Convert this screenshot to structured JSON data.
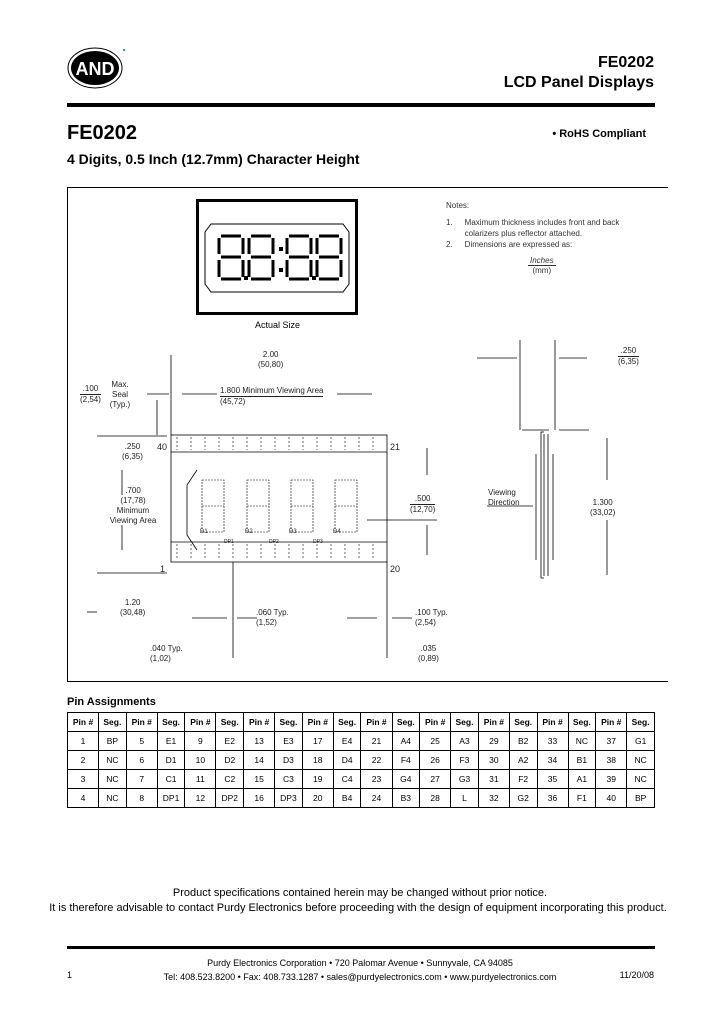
{
  "header": {
    "logo_text": "AND",
    "model": "FE0202",
    "product_line": "LCD Panel Displays"
  },
  "product": {
    "title": "FE0202",
    "subtitle": "4 Digits, 0.5 Inch (12.7mm) Character Height",
    "feature": "• RoHS Compliant"
  },
  "drawing": {
    "actual_size_display": "8.8:8.8",
    "actual_size_label": "Actual Size",
    "notes_title": "Notes:",
    "notes": [
      {
        "num": "1.",
        "text": "Maximum thickness includes front and back colarizers plus reflector attached."
      },
      {
        "num": "2.",
        "text": "Dimensions are expressed as:"
      }
    ],
    "units_top": "Inches",
    "units_bottom": "(mm)",
    "dims": {
      "overall_width": "2.00",
      "overall_width_mm": "(50,80)",
      "viewing_width": "1.800 Minimum Viewing Area",
      "viewing_width_mm": "(45,72)",
      "seal": ".100",
      "seal_mm": "(2,54)",
      "seal_label": "Max. Seal (Typ.)",
      "top_margin": ".250",
      "top_margin_mm": "(6,35)",
      "viewing_height": ".700",
      "viewing_height_mm": "(17,78)",
      "viewing_height_label": "Minimum Viewing Area",
      "char_height": ".500",
      "char_height_mm": "(12,70)",
      "pin_span": "1.20",
      "pin_span_mm": "(30,48)",
      "pin_width": ".060 Typ.",
      "pin_width_mm": "(1,52)",
      "pin_pitch": ".100 Typ.",
      "pin_pitch_mm": "(2,54)",
      "pin_thick": ".040 Typ.",
      "pin_thick_mm": "(1,02)",
      "pin_gap": ".035",
      "pin_gap_mm": "(0,89)",
      "thickness": ".250",
      "thickness_mm": "(6,35)",
      "overall_height": "1.300",
      "overall_height_mm": "(33,02)",
      "viewing_direction": "Viewing Direction"
    },
    "pin_labels": {
      "p40": "40",
      "p21": "21",
      "p1": "1",
      "p20": "20"
    },
    "digit_labels": [
      "D1",
      "D2",
      "D3",
      "D4"
    ],
    "dp_labels": [
      "DP1",
      "DP2",
      "DP3"
    ]
  },
  "pin_assignments": {
    "title": "Pin Assignments",
    "header_pin": "Pin #",
    "header_seg": "Seg.",
    "rows": [
      [
        [
          "1",
          "BP"
        ],
        [
          "5",
          "E1"
        ],
        [
          "9",
          "E2"
        ],
        [
          "13",
          "E3"
        ],
        [
          "17",
          "E4"
        ],
        [
          "21",
          "A4"
        ],
        [
          "25",
          "A3"
        ],
        [
          "29",
          "B2"
        ],
        [
          "33",
          "NC"
        ],
        [
          "37",
          "G1"
        ]
      ],
      [
        [
          "2",
          "NC"
        ],
        [
          "6",
          "D1"
        ],
        [
          "10",
          "D2"
        ],
        [
          "14",
          "D3"
        ],
        [
          "18",
          "D4"
        ],
        [
          "22",
          "F4"
        ],
        [
          "26",
          "F3"
        ],
        [
          "30",
          "A2"
        ],
        [
          "34",
          "B1"
        ],
        [
          "38",
          "NC"
        ]
      ],
      [
        [
          "3",
          "NC"
        ],
        [
          "7",
          "C1"
        ],
        [
          "11",
          "C2"
        ],
        [
          "15",
          "C3"
        ],
        [
          "19",
          "C4"
        ],
        [
          "23",
          "G4"
        ],
        [
          "27",
          "G3"
        ],
        [
          "31",
          "F2"
        ],
        [
          "35",
          "A1"
        ],
        [
          "39",
          "NC"
        ]
      ],
      [
        [
          "4",
          "NC"
        ],
        [
          "8",
          "DP1"
        ],
        [
          "12",
          "DP2"
        ],
        [
          "16",
          "DP3"
        ],
        [
          "20",
          "B4"
        ],
        [
          "24",
          "B3"
        ],
        [
          "28",
          "L"
        ],
        [
          "32",
          "G2"
        ],
        [
          "36",
          "F1"
        ],
        [
          "40",
          "BP"
        ]
      ]
    ]
  },
  "disclaimer": {
    "line1": "Product specifications contained herein may be changed without prior notice.",
    "line2": "It is therefore advisable to contact Purdy Electronics before proceeding with the design of equipment incorporating this product."
  },
  "footer": {
    "line1": "Purdy Electronics Corporation  •  720 Palomar Avenue  •  Sunnyvale, CA 94085",
    "line2": "Tel: 408.523.8200  •  Fax: 408.733.1287  •  sales@purdyelectronics.com  •  www.purdyelectronics.com",
    "page": "1",
    "date": "11/20/08"
  }
}
